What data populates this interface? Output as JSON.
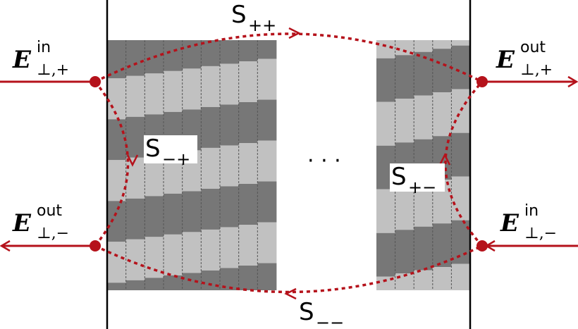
{
  "colors": {
    "accent": "#b5121b",
    "stripe_dark": "#777777",
    "stripe_light": "#c1c1c1",
    "line": "#000000"
  },
  "labels": {
    "s_pp": {
      "base": "S",
      "sub": "++"
    },
    "s_mp": {
      "base": "S",
      "sub": "−+"
    },
    "s_pm": {
      "base": "S",
      "sub": "+−"
    },
    "s_mm": {
      "base": "S",
      "sub": "−−"
    },
    "ellipsis": "· · ·"
  },
  "fields": {
    "in_plus": {
      "symbol": "E",
      "sup": "in",
      "sub": "⊥,+"
    },
    "out_plus": {
      "symbol": "E",
      "sup": "out",
      "sub": "⊥,+"
    },
    "out_minus": {
      "symbol": "E",
      "sup": "out",
      "sub": "⊥,−"
    },
    "in_minus": {
      "symbol": "E",
      "sup": "in",
      "sub": "⊥,−"
    }
  }
}
